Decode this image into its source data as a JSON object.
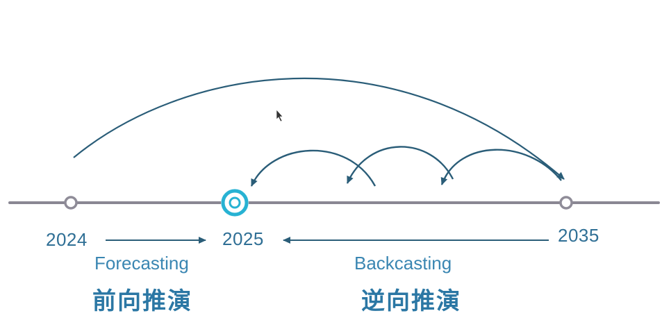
{
  "timeline": {
    "points": [
      {
        "year": "2024"
      },
      {
        "year": "2025"
      },
      {
        "year": "2035"
      }
    ]
  },
  "forecasting": {
    "label": "Forecasting",
    "label_cn": "前向推演"
  },
  "backcasting": {
    "label": "Backcasting",
    "label_cn": "逆向推演"
  },
  "colors": {
    "axis": "#8a8793",
    "arrow": "#2a5d78",
    "node_fill": "#ffffff",
    "node_stroke": "#8f8c98",
    "present_ring": "#27b2d3",
    "text_year": "#2f6f95",
    "text_label": "#3a86b2"
  },
  "icons": {
    "cursor": "mouse-pointer-icon"
  }
}
